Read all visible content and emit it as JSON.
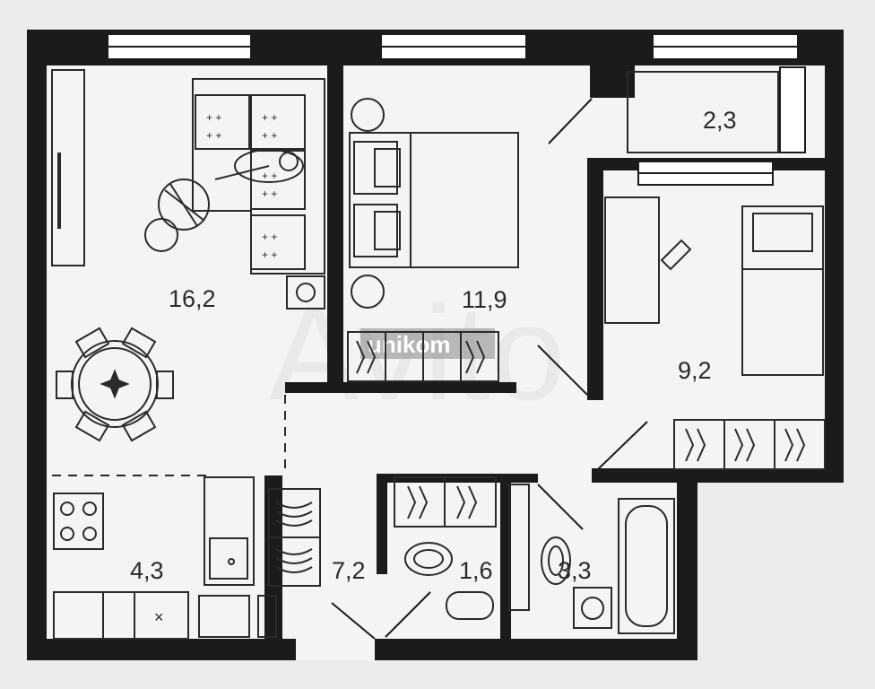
{
  "rooms": {
    "living": "16,2",
    "bedroom": "11,9",
    "balcony": "2,3",
    "bedroom2": "9,2",
    "kitchen": "4,3",
    "hall": "7,2",
    "wc": "1,6",
    "bathroom": "3,3"
  },
  "watermark": {
    "logo": "unikom",
    "text": "Avito"
  },
  "colors": {
    "wall": "#1b1b1b",
    "floor": "#f4f4f4",
    "background": "#ececec",
    "furniture": "#3a3a3a"
  },
  "icons": [
    "dining-table",
    "round-table",
    "person-on-sofa",
    "bed",
    "cabinet-drawers",
    "stove",
    "sink",
    "washing-machine",
    "bathtub",
    "toilet",
    "washbasin"
  ]
}
